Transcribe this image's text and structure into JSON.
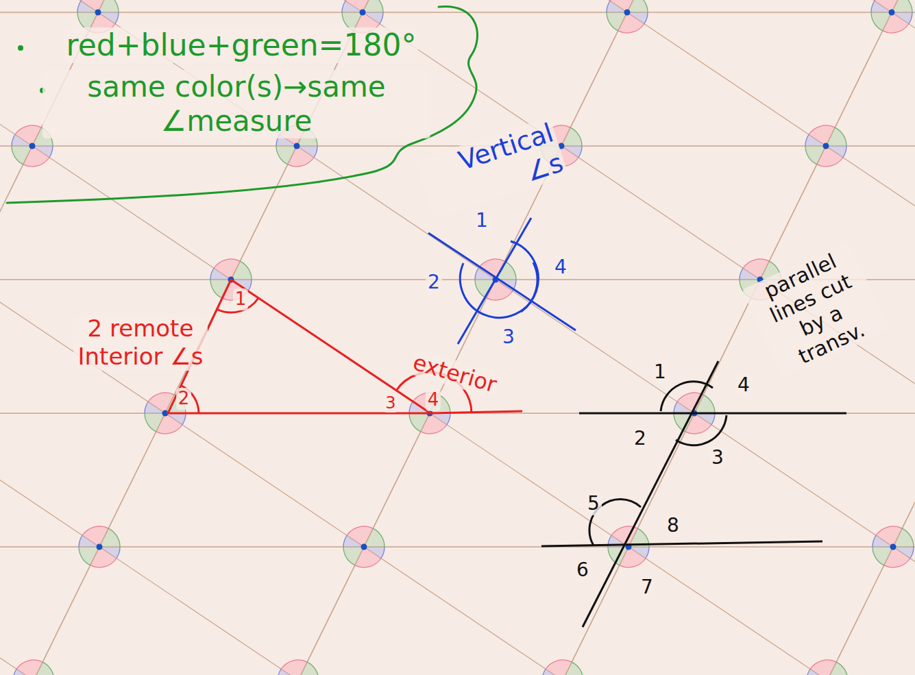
{
  "diagram": {
    "labels": [
      "red+blue+green=180°",
      "same color(s)→same ∠measure",
      "Vertical ∠s",
      "1",
      "4",
      "2",
      "3",
      "parallel lines cut by a transv.",
      "1",
      "2 remote Interior ∠s",
      "2",
      "exterior",
      "3",
      "4",
      "1",
      "4",
      "2",
      "3",
      "5",
      "8",
      "6",
      "7"
    ]
  }
}
